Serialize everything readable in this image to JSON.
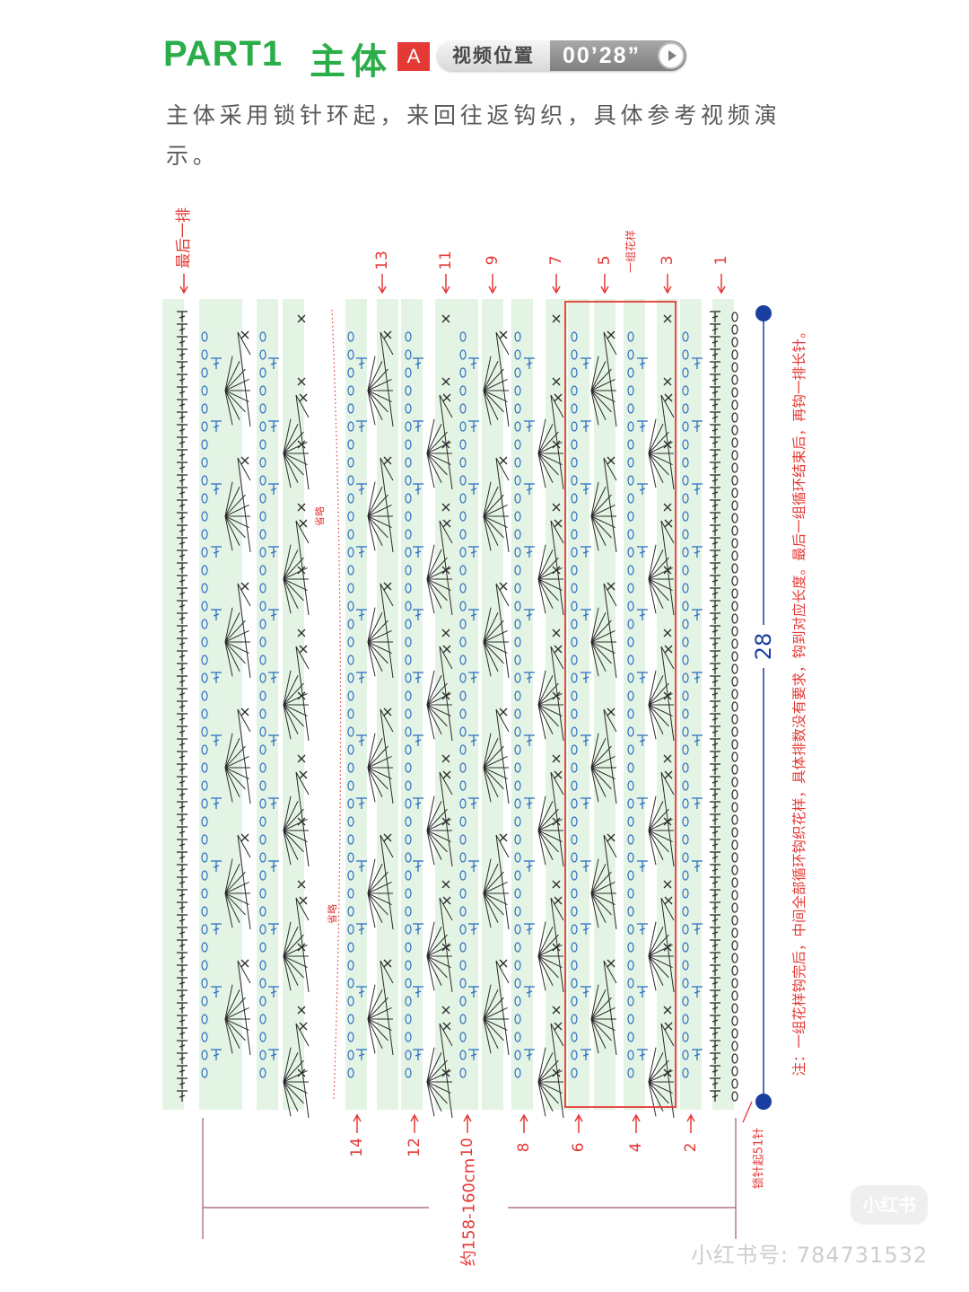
{
  "header": {
    "part_label": "PART1",
    "part_title": "主体",
    "badge": "A",
    "video_label": "视频位置",
    "video_time": "00’28”",
    "play_icon": "play-icon"
  },
  "intro_text": "主体采用锁针环起，来回往返钩织，具体参考视频演示。",
  "diagram": {
    "top_row_labels": [
      "最后一排",
      "13",
      "11",
      "9",
      "7",
      "5",
      "3",
      "1"
    ],
    "bottom_row_labels": [
      "14",
      "12",
      "10",
      "8",
      "6",
      "4",
      "2"
    ],
    "group_label": "一组花样",
    "omit_label": "省略",
    "start_chain_label": "锁针起51针",
    "width_label": "28",
    "length_label": "约158-160cm",
    "note": "注：一组花样钩完后，中间全部循环钩织花样，具体排数没有要求，钩到对应长度。最后一组循环结束后，再钩一排长针。",
    "colors": {
      "row_band": "#e4f4e4",
      "stitch_blue": "#2f6fc4",
      "stitch_dark": "#2b2b2b",
      "label_red": "#e53935",
      "dimension_blue": "#1a3fa0",
      "measure_line": "#a0587a"
    }
  },
  "watermark": {
    "app_logo": "小红书",
    "account": "小红书号: 784731532"
  }
}
